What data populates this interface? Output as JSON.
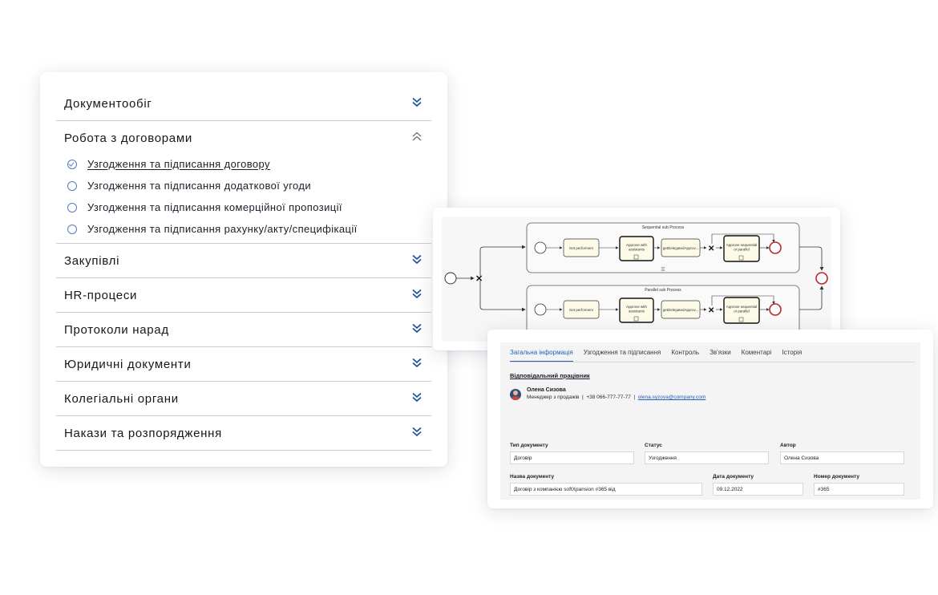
{
  "accordion": {
    "items": [
      {
        "title": "Документообіг",
        "expanded": false
      },
      {
        "title": "Робота з договорами",
        "expanded": true,
        "subitems": [
          {
            "label": "Узгодження та підписання договору",
            "selected": true
          },
          {
            "label": "Узгодження та підписання додаткової угоди",
            "selected": false
          },
          {
            "label": "Узгодження та підписання комерційної пропозиції",
            "selected": false
          },
          {
            "label": "Узгодження та підписання рахунку/акту/специфікації",
            "selected": false
          }
        ]
      },
      {
        "title": "Закупівлі",
        "expanded": false
      },
      {
        "title": "HR-процеси",
        "expanded": false
      },
      {
        "title": "Протоколи нарад",
        "expanded": false
      },
      {
        "title": "Юридичні документи",
        "expanded": false
      },
      {
        "title": "Колегіальні органи",
        "expanded": false
      },
      {
        "title": "Накази та розпорядження",
        "expanded": false
      }
    ],
    "chevron_color": "#1f4f9c"
  },
  "diagram": {
    "subprocess_top": {
      "label": "Sequential sub Process",
      "tasks": [
        "Get performers",
        "Approve with assistants",
        "getDelegatedApprov...",
        "Approve sequential or parallel"
      ]
    },
    "subprocess_bottom": {
      "label": "Parallel sub Process",
      "tasks": [
        "Get performers",
        "Approve with assistants",
        "getDelegatedApprov...",
        "Approve sequential or parallel"
      ]
    }
  },
  "document": {
    "tabs": [
      "Загальна інформація",
      "Узгодження та підписання",
      "Контроль",
      "Зв'язки",
      "Коментарі",
      "Історія"
    ],
    "active_tab": 0,
    "responsible_title": "Відповідальний працівник",
    "person": {
      "name": "Олена Сизова",
      "role": "Менеджер з продажів",
      "phone": "+38 066-777-77-77",
      "email": "olena.syzova@company.com",
      "sep": "|"
    },
    "fields": {
      "doc_type": {
        "label": "Тип документу",
        "value": "Договір"
      },
      "status": {
        "label": "Статус",
        "value": "Узгодження"
      },
      "author": {
        "label": "Автор",
        "value": "Олена Сизова"
      },
      "doc_name": {
        "label": "Назва документу",
        "value": "Договір з компанією softXpansion #365 від"
      },
      "doc_date": {
        "label": "Дата документу",
        "value": "09.12.2022"
      },
      "doc_number": {
        "label": "Номер документу",
        "value": "#365"
      }
    }
  }
}
